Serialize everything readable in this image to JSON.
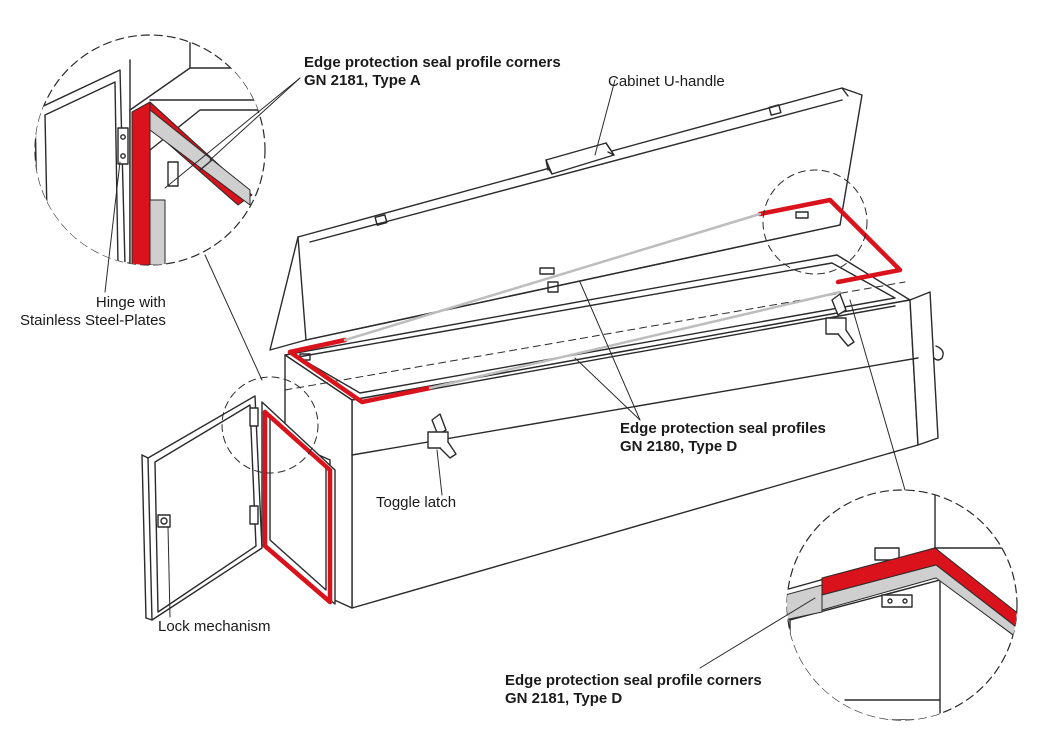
{
  "labels": {
    "seal_corners_a_line1": "Edge protection seal profile corners",
    "seal_corners_a_line2": "GN 2181, Type A",
    "cabinet_handle": "Cabinet U-handle",
    "hinge_line1": "Hinge with",
    "hinge_line2": "Stainless Steel-Plates",
    "seal_profiles_line1": "Edge protection seal profiles",
    "seal_profiles_line2": "GN 2180, Type D",
    "toggle_latch": "Toggle latch",
    "lock_mechanism": "Lock mechanism",
    "seal_corners_d_line1": "Edge protection seal profile corners",
    "seal_corners_d_line2": "GN 2181, Type D"
  },
  "colors": {
    "seal_red": "#d9121b",
    "line": "#2a2a2a",
    "seal_grey": "#cfcfcf"
  }
}
